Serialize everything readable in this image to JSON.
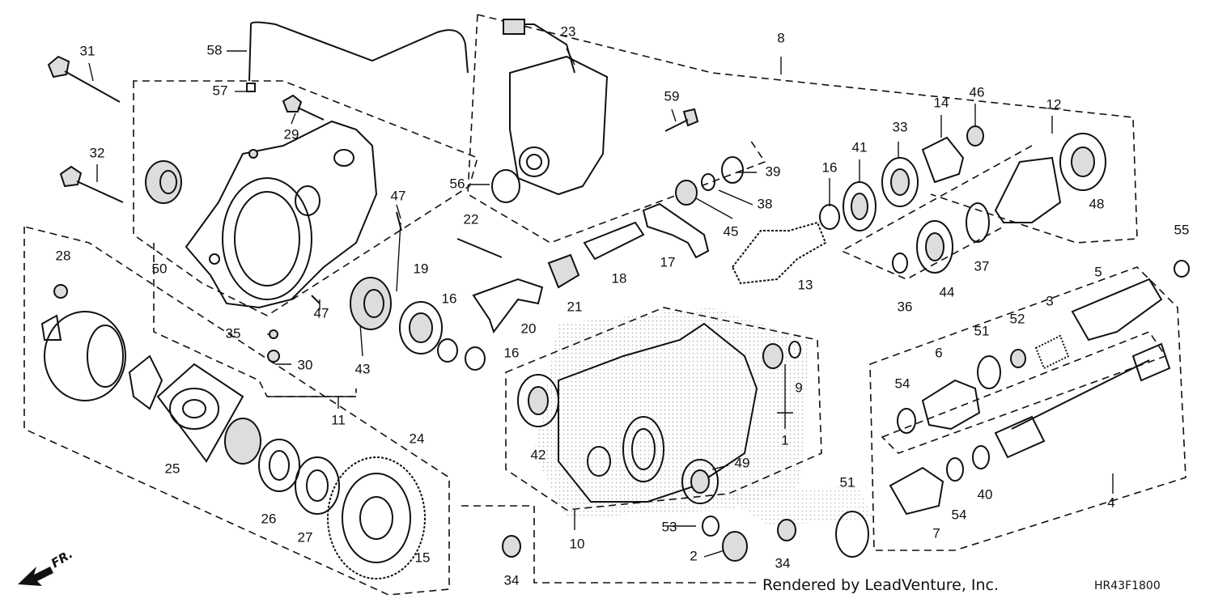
{
  "credit": "Rendered by LeadVenture, Inc.",
  "diagram_code": "HR43F1800",
  "direction_label": "FR.",
  "callouts": [
    "1",
    "2",
    "3",
    "4",
    "5",
    "6",
    "7",
    "8",
    "9",
    "10",
    "11",
    "12",
    "13",
    "14",
    "15",
    "16",
    "16",
    "16",
    "16",
    "17",
    "18",
    "19",
    "20",
    "21",
    "22",
    "23",
    "24",
    "25",
    "26",
    "27",
    "28",
    "29",
    "30",
    "31",
    "32",
    "33",
    "34",
    "34",
    "34",
    "35",
    "36",
    "37",
    "38",
    "39",
    "40",
    "41",
    "42",
    "43",
    "44",
    "45",
    "46",
    "47",
    "47",
    "48",
    "49",
    "50",
    "51",
    "51",
    "52",
    "53",
    "54",
    "54",
    "55",
    "56",
    "57",
    "58",
    "59"
  ]
}
